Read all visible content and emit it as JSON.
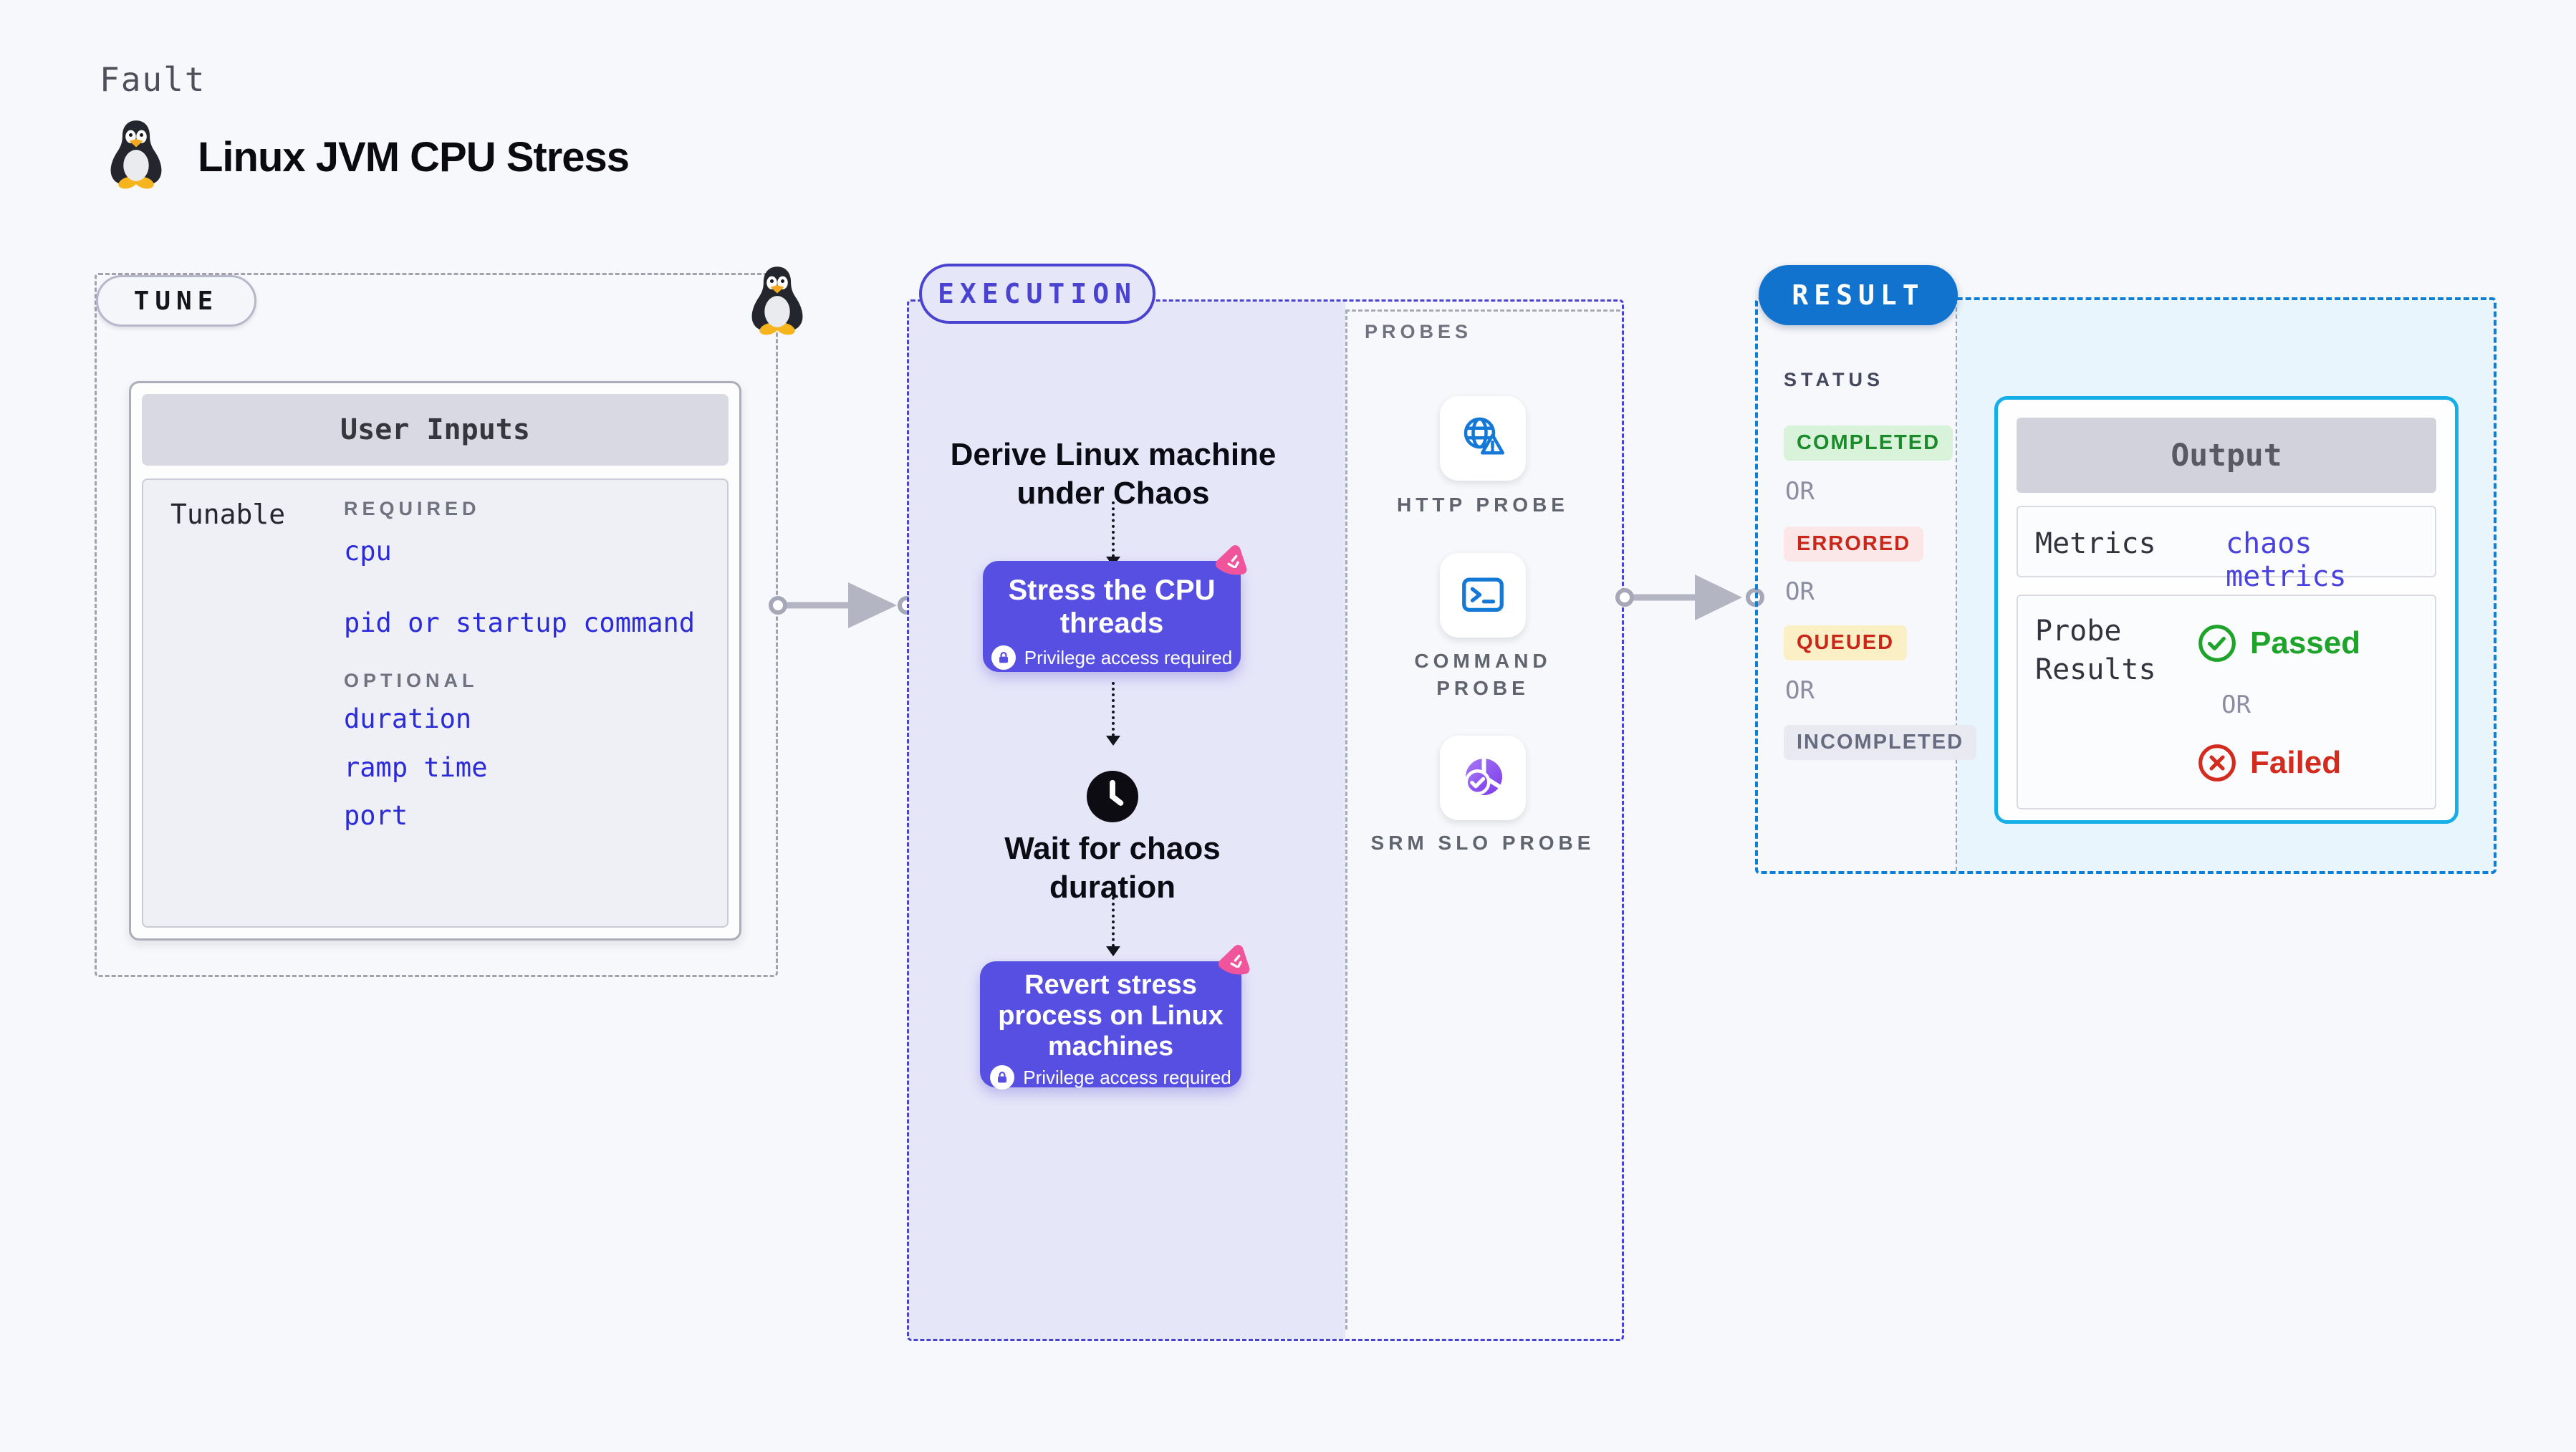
{
  "page": {
    "kicker": "Fault",
    "title": "Linux JVM CPU Stress"
  },
  "tune": {
    "badge": "TUNE",
    "user_inputs": {
      "title": "User Inputs",
      "row_label": "Tunable",
      "required_label": "REQUIRED",
      "required": [
        "cpu",
        "pid or startup command"
      ],
      "optional_label": "OPTIONAL",
      "optional": [
        "duration",
        "ramp time",
        "port"
      ]
    }
  },
  "execution": {
    "badge": "EXECUTION",
    "derive_step": "Derive Linux machine under Chaos",
    "stress_step": {
      "title": "Stress the CPU threads",
      "badge": "Privilege access required"
    },
    "wait_step": "Wait for chaos duration",
    "revert_step": {
      "title": "Revert stress process on Linux machines",
      "badge": "Privilege access required"
    }
  },
  "probes": {
    "label": "PROBES",
    "items": [
      {
        "name": "HTTP PROBE",
        "icon": "globe-alert-icon"
      },
      {
        "name": "COMMAND PROBE",
        "icon": "terminal-icon"
      },
      {
        "name": "SRM SLO PROBE",
        "icon": "slo-donut-icon"
      }
    ]
  },
  "result": {
    "badge": "RESULT",
    "status_label": "STATUS",
    "or_label": "OR",
    "statuses": [
      {
        "label": "COMPLETED",
        "color": "#1B8A2B",
        "bg": "#D9F2DA"
      },
      {
        "label": "ERRORED",
        "color": "#C9271A",
        "bg": "#FBE7E7"
      },
      {
        "label": "QUEUED",
        "color": "#C9271A",
        "bg": "#FBEFC6"
      },
      {
        "label": "INCOMPLETED",
        "color": "#666B80",
        "bg": "#E9E9F2"
      }
    ],
    "output": {
      "title": "Output",
      "metrics_label": "Metrics",
      "metrics_value": "chaos metrics",
      "probe_results_label": "Probe Results",
      "passed_label": "Passed",
      "or_label": "OR",
      "failed_label": "Failed"
    }
  },
  "colors": {
    "page_bg": "#F7F8FB",
    "execution_bg": "#E6E6F9",
    "execution_accent": "#4A43CF",
    "node_bg": "#574FE2",
    "result_bg": "#E8F5FC",
    "result_accent": "#0E7FD6",
    "result_badge_bg": "#1173CD",
    "output_border": "#15AEE6",
    "tunable_link": "#2B2BD8",
    "metrics_link": "#4A41DE",
    "passed_green": "#1EA32B",
    "failed_red": "#D32B1E",
    "probe_icon_blue": "#1478D6",
    "chaos_pink": "#F0559C"
  }
}
